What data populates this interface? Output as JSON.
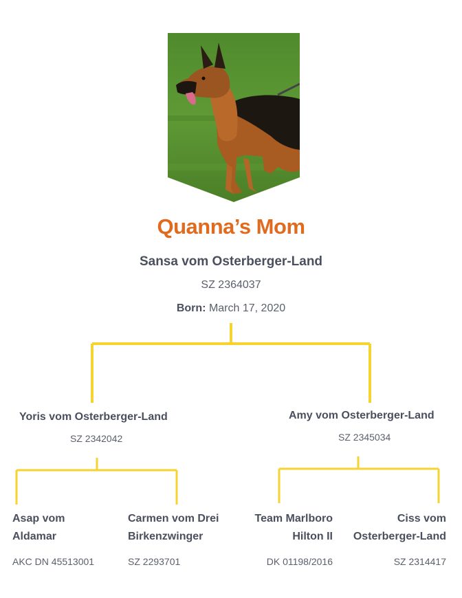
{
  "page": {
    "title": "Quanna’s Mom",
    "dog": {
      "name": "Sansa vom Osterberger-Land",
      "registration": "SZ 2364037",
      "born_label": "Born:",
      "born_date": "March 17, 2020"
    }
  },
  "photo": {
    "icon": "german-shepherd-photo"
  },
  "colors": {
    "accent": "#e06a1e",
    "line": "#f5d330",
    "text": "#4a4f5e"
  },
  "parents": [
    {
      "name": "Yoris vom Osterberger-Land",
      "registration": "SZ 2342042"
    },
    {
      "name": "Amy vom Osterberger-Land",
      "registration": "SZ 2345034"
    }
  ],
  "grandparents": [
    {
      "name": "Asap vom Aldamar",
      "registration": "AKC DN 45513001"
    },
    {
      "name": "Carmen vom Drei Birkenzwinger",
      "registration": "SZ 2293701"
    },
    {
      "name": "Team Marlboro Hilton II",
      "registration": "DK 01198/2016"
    },
    {
      "name": "Ciss vom Osterberger-Land",
      "registration": "SZ 2314417"
    }
  ]
}
